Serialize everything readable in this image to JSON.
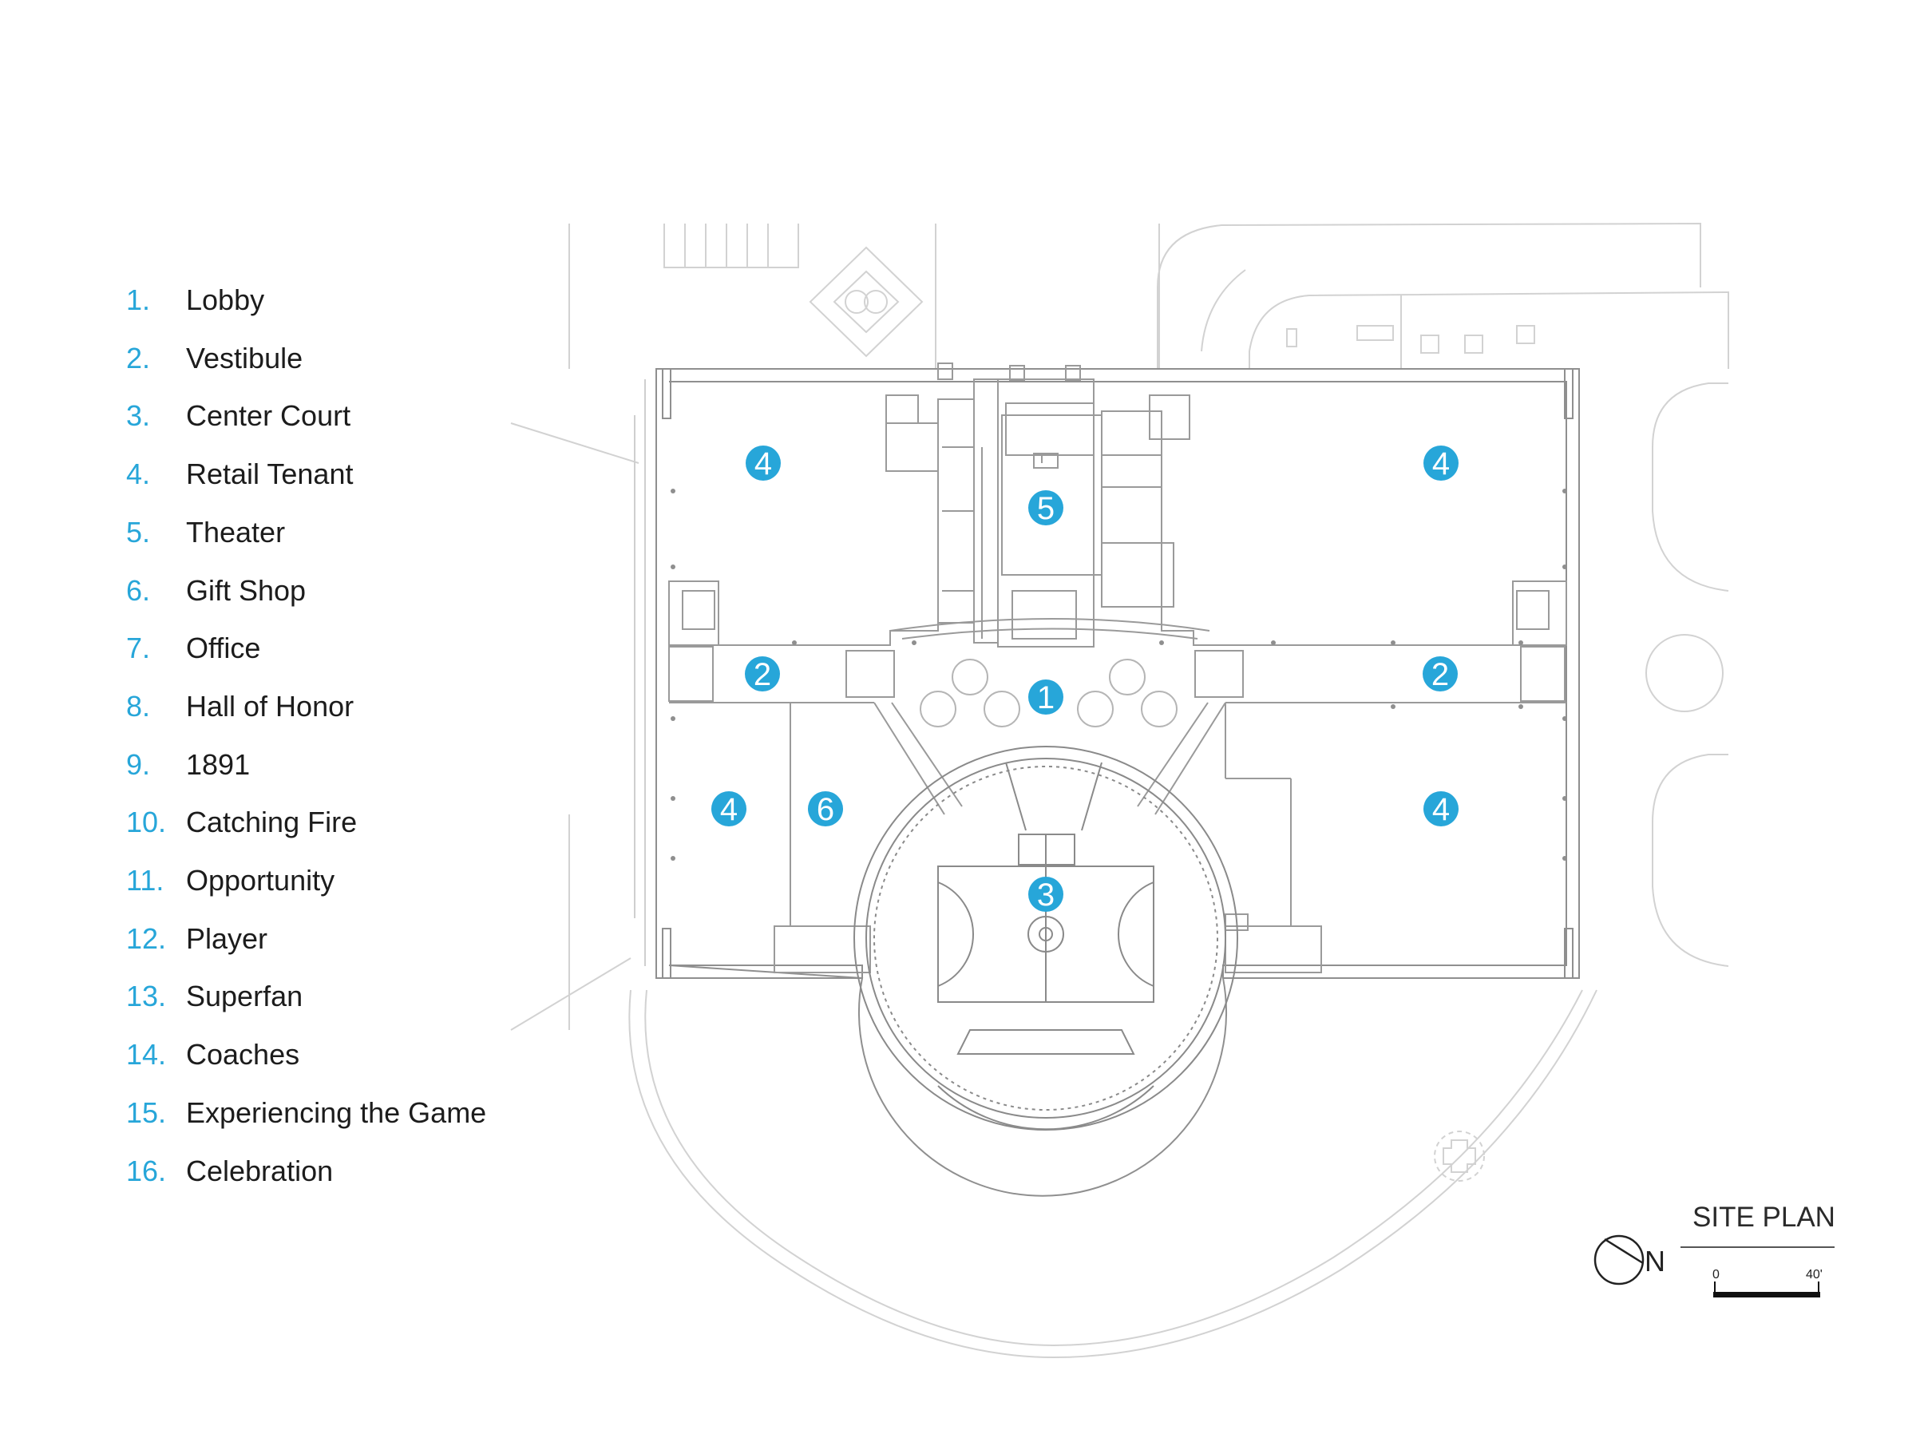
{
  "legend": [
    {
      "num": "1.",
      "label": "Lobby"
    },
    {
      "num": "2.",
      "label": "Vestibule"
    },
    {
      "num": "3.",
      "label": "Center Court"
    },
    {
      "num": "4.",
      "label": "Retail Tenant"
    },
    {
      "num": "5.",
      "label": "Theater"
    },
    {
      "num": "6.",
      "label": "Gift Shop"
    },
    {
      "num": "7.",
      "label": "Office"
    },
    {
      "num": "8.",
      "label": "Hall of Honor"
    },
    {
      "num": "9.",
      "label": "1891"
    },
    {
      "num": "10.",
      "label": "Catching Fire"
    },
    {
      "num": "11.",
      "label": "Opportunity"
    },
    {
      "num": "12.",
      "label": "Player"
    },
    {
      "num": "13.",
      "label": "Superfan"
    },
    {
      "num": "14.",
      "label": "Coaches"
    },
    {
      "num": "15.",
      "label": "Experiencing the Game"
    },
    {
      "num": "16.",
      "label": "Celebration"
    }
  ],
  "markers": {
    "lobby": "1",
    "vestibule": "2",
    "center_court": "3",
    "retail_tenant": "4",
    "theater": "5",
    "gift_shop": "6"
  },
  "title_block": {
    "title": "SITE PLAN",
    "north": "N",
    "scale_start": "0",
    "scale_end": "40'"
  },
  "colors": {
    "accent": "#27a6d9",
    "linework": "#9a9a9a",
    "text": "#1c1c1c"
  }
}
